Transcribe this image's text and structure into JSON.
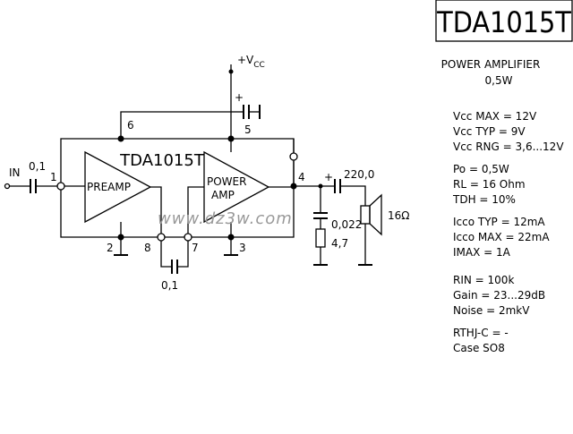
{
  "title": "TDA1015T",
  "subtitle": "POWER AMPLIFIER",
  "power": "0,5W",
  "chip_label": "TDA1015T",
  "vcc_label": "+V",
  "vcc_sub": "CC",
  "watermark": "www.dz3w.com",
  "input_label": "IN",
  "blocks": {
    "preamp": "PREAMP",
    "power_line1": "POWER",
    "power_line2": "AMP"
  },
  "pins": {
    "p1": "1",
    "p2": "2",
    "p3": "3",
    "p4": "4",
    "p5": "5",
    "p6": "6",
    "p7": "7",
    "p8": "8"
  },
  "components": {
    "c_in": "0,1",
    "c_out": "220,0",
    "c_78": "0,1",
    "c_rc": "0,022",
    "r_rc": "4,7",
    "speaker": "16Ω",
    "plus_vcc": "+",
    "plus_out": "+"
  },
  "specs": [
    "Vcc MAX = 12V",
    "Vcc TYP = 9V",
    "Vcc RNG = 3,6...12V",
    "Po = 0,5W",
    "RL = 16 Ohm",
    "TDH = 10%",
    "Icco TYP = 12mA",
    "Icco MAX = 22mA",
    "IMAX = 1A",
    "RIN = 100k",
    "Gain = 23...29dB",
    "Noise = 2mkV",
    "RTHJ-C = -",
    "Case SO8"
  ]
}
